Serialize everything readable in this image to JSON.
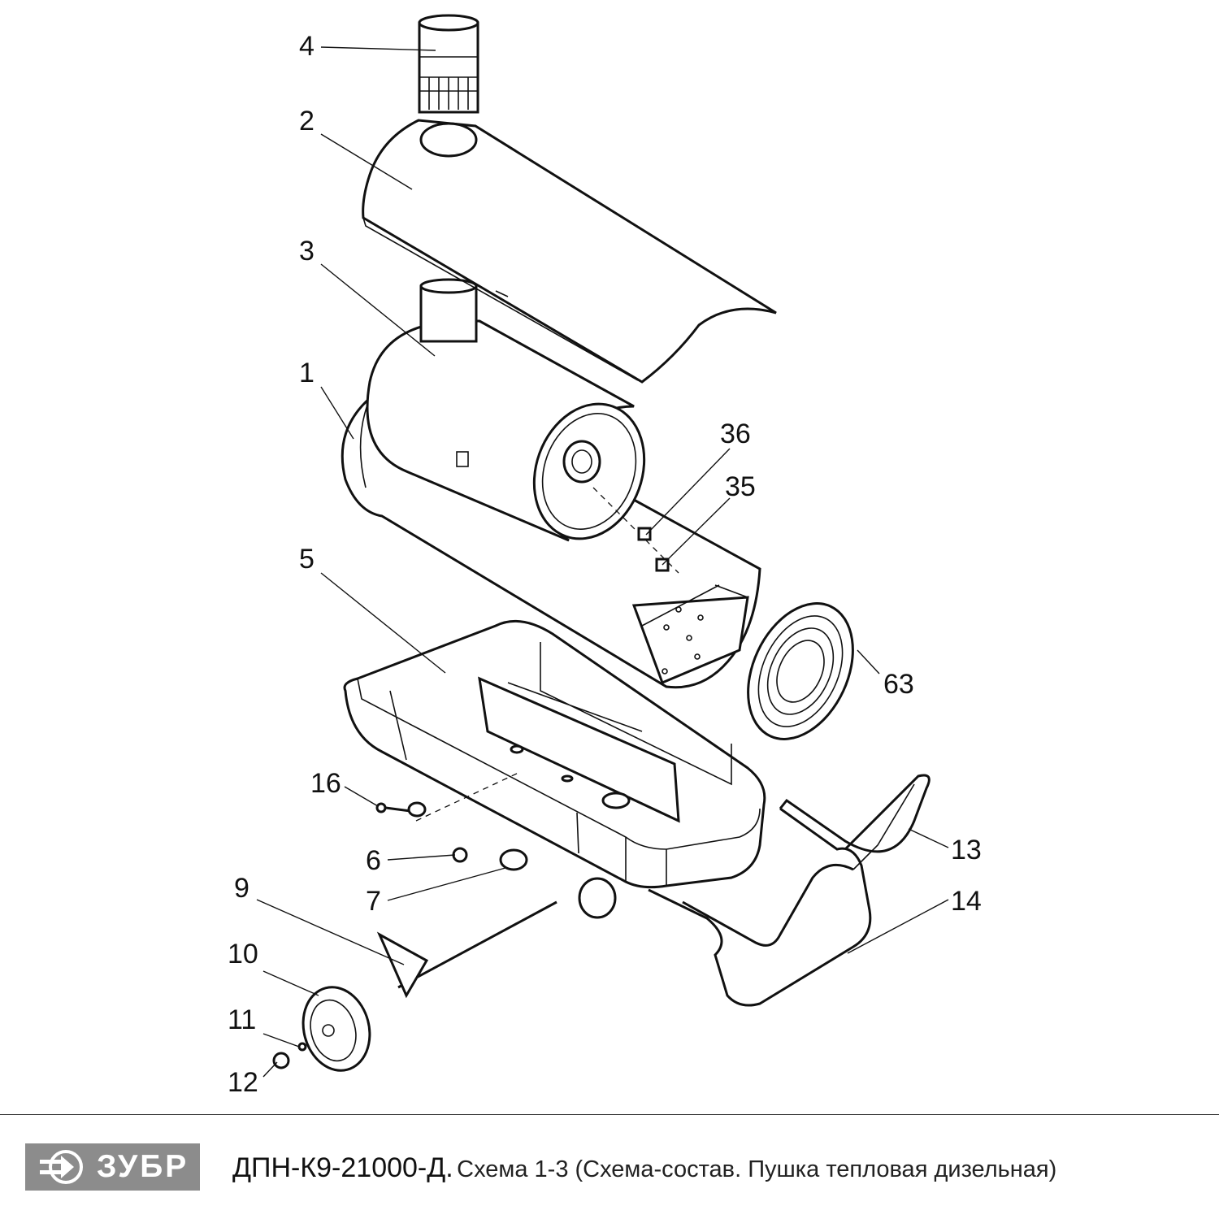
{
  "callouts": {
    "c1": "1",
    "c2": "2",
    "c3": "3",
    "c4": "4",
    "c5": "5",
    "c6": "6",
    "c7": "7",
    "c9": "9",
    "c10": "10",
    "c11": "11",
    "c12": "12",
    "c13": "13",
    "c14": "14",
    "c16": "16",
    "c35": "35",
    "c36": "36",
    "c63": "63"
  },
  "footer": {
    "logo_text": "ЗУБР",
    "model": "ДПН-К9-21000-Д.",
    "description": "Схема 1-3 (Схема-состав. Пушка тепловая дизельная)"
  },
  "colors": {
    "logo_bg": "#8c8c8c",
    "line": "#111111"
  }
}
